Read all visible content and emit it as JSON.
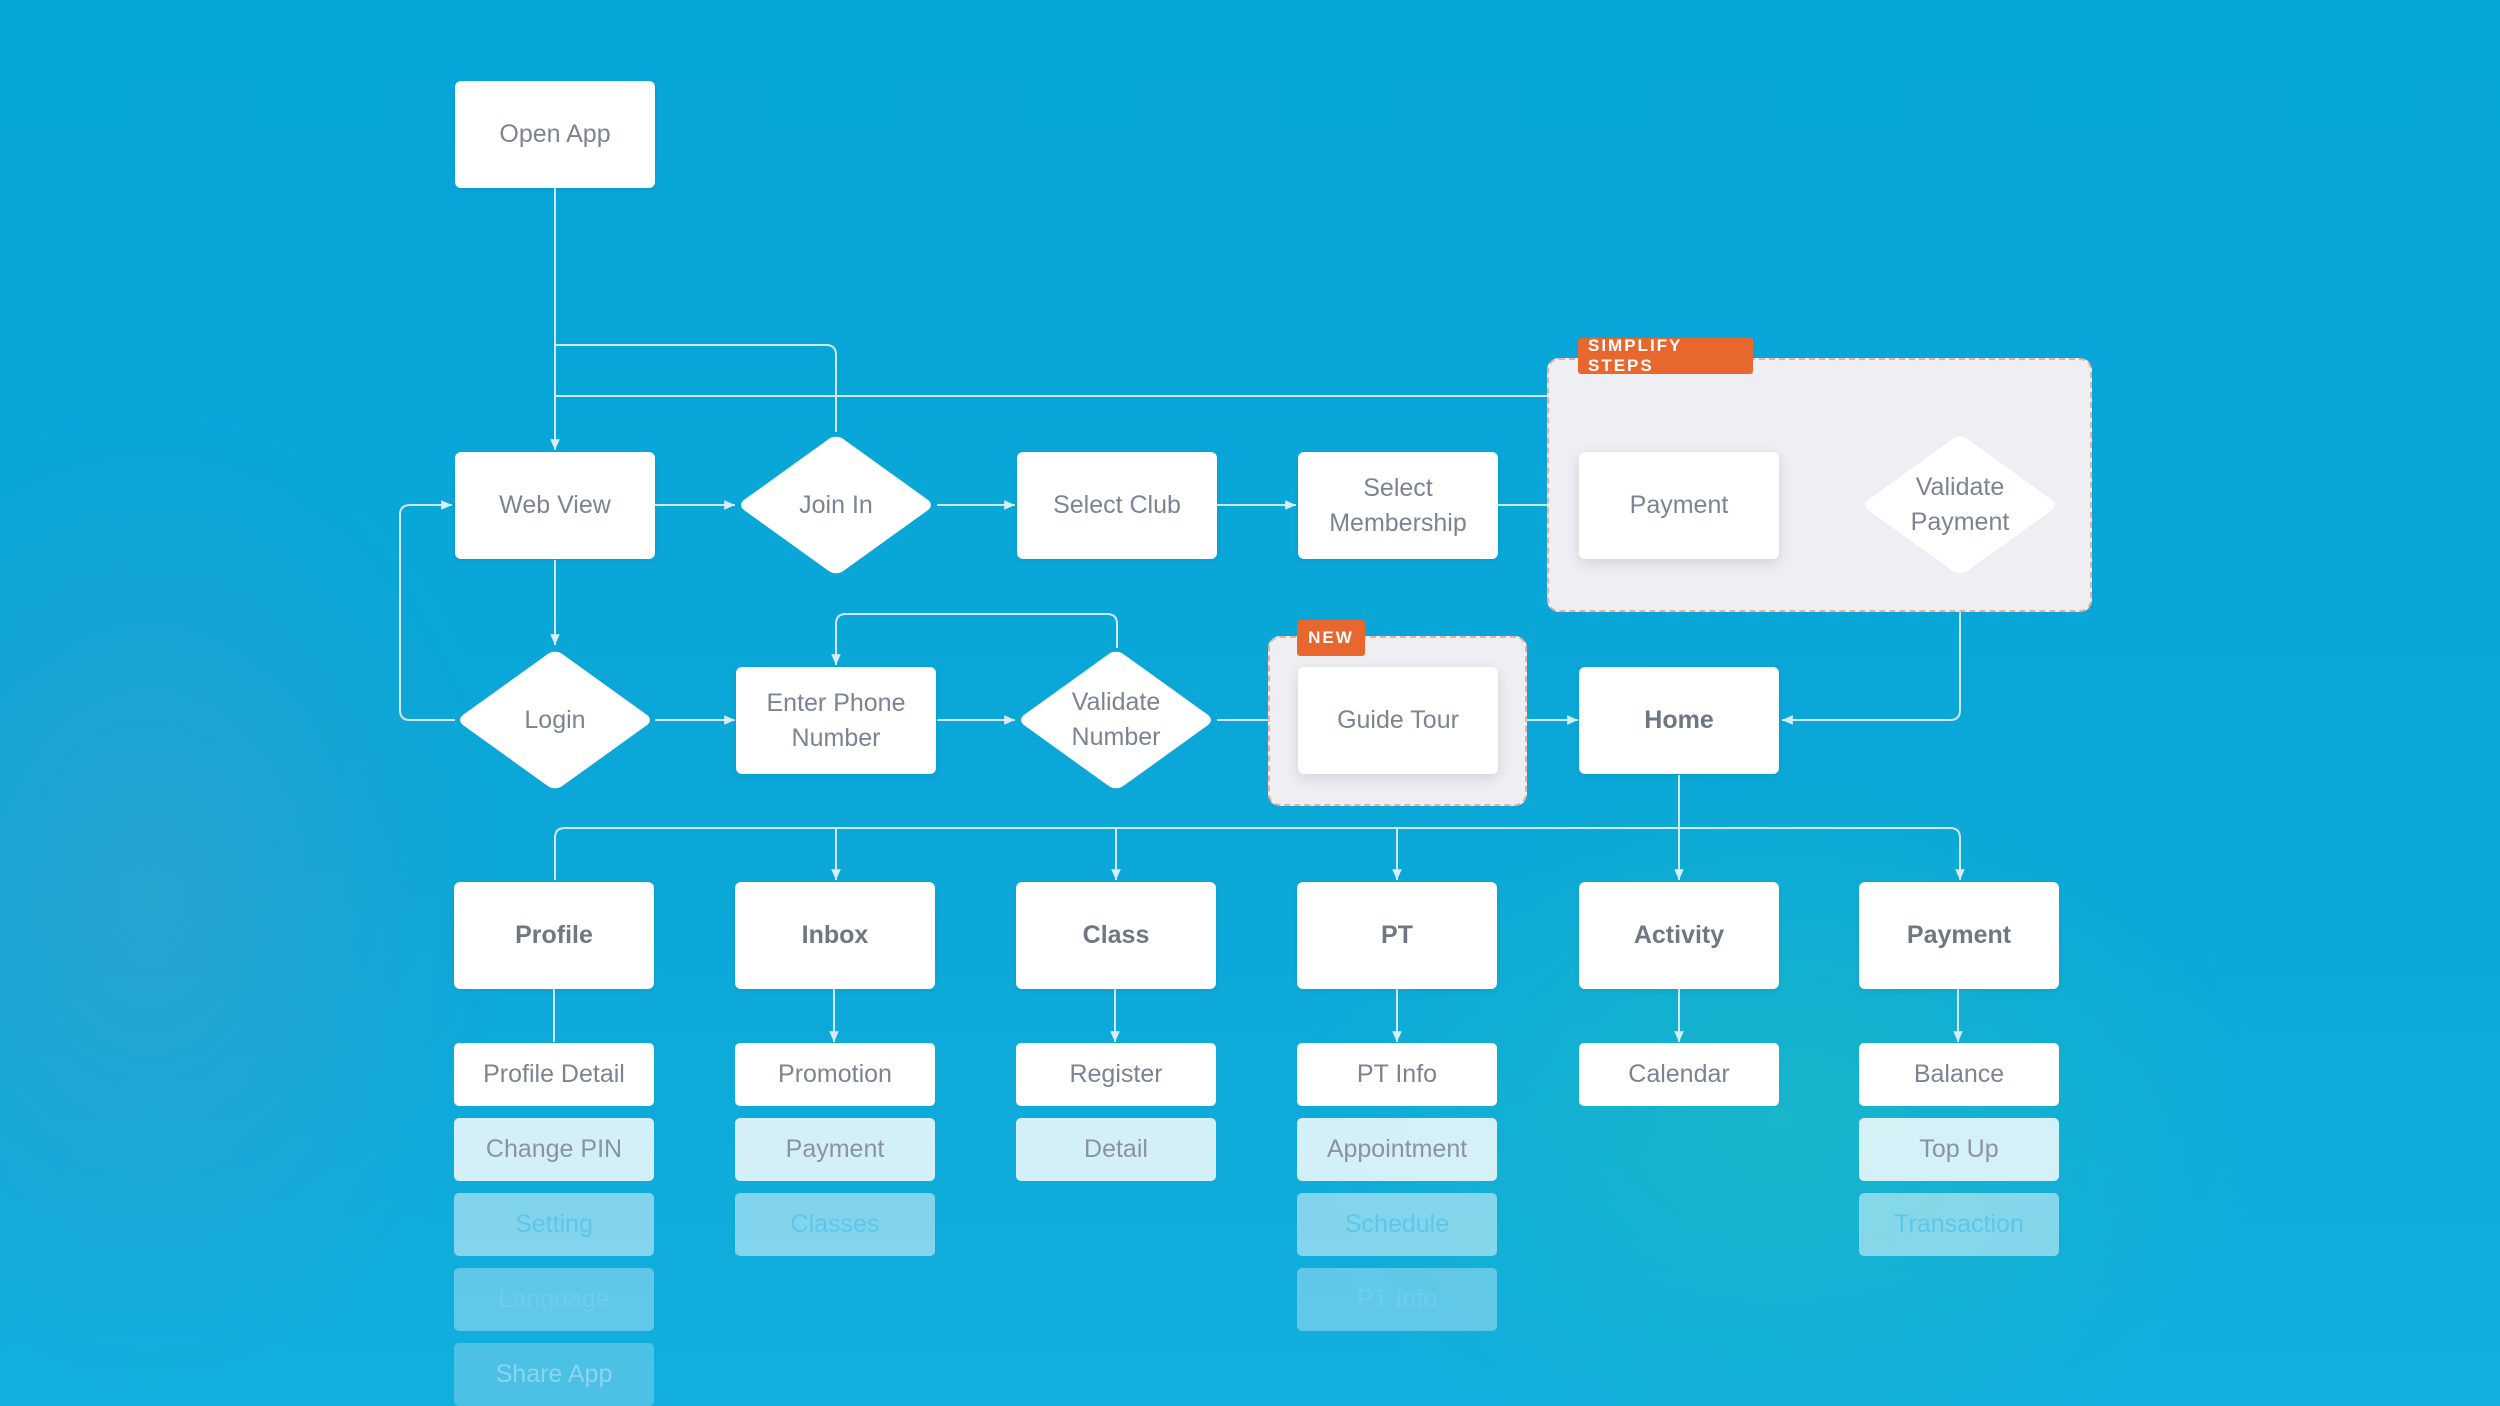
{
  "colors": {
    "background": "#0aa7d8",
    "node": "#ffffff",
    "connector": "#cfe9f4",
    "tag": "#e8672e",
    "text": "#7b8490"
  },
  "nodes": {
    "open_app": "Open App",
    "web_view": "Web View",
    "join_in": "Join In",
    "select_club": "Select Club",
    "select_membership": "Select\nMembership",
    "payment_flow": "Payment",
    "validate_payment": "Validate\nPayment",
    "login": "Login",
    "enter_phone": "Enter Phone\nNumber",
    "validate_number": "Validate\nNumber",
    "guide_tour": "Guide Tour",
    "home": "Home"
  },
  "tags": {
    "simplify": "SIMPLIFY STEPS",
    "new": "NEW"
  },
  "sections": [
    {
      "title": "Profile",
      "items": [
        "Profile Detail",
        "Change PIN",
        "Setting",
        "Language",
        "Share App"
      ]
    },
    {
      "title": "Inbox",
      "items": [
        "Promotion",
        "Payment",
        "Classes"
      ]
    },
    {
      "title": "Class",
      "items": [
        "Register",
        "Detail"
      ]
    },
    {
      "title": "PT",
      "items": [
        "PT Info",
        "Appointment",
        "Schedule",
        "PT Info"
      ]
    },
    {
      "title": "Activity",
      "items": [
        "Calendar"
      ]
    },
    {
      "title": "Payment",
      "items": [
        "Balance",
        "Top Up",
        "Transaction"
      ]
    }
  ]
}
